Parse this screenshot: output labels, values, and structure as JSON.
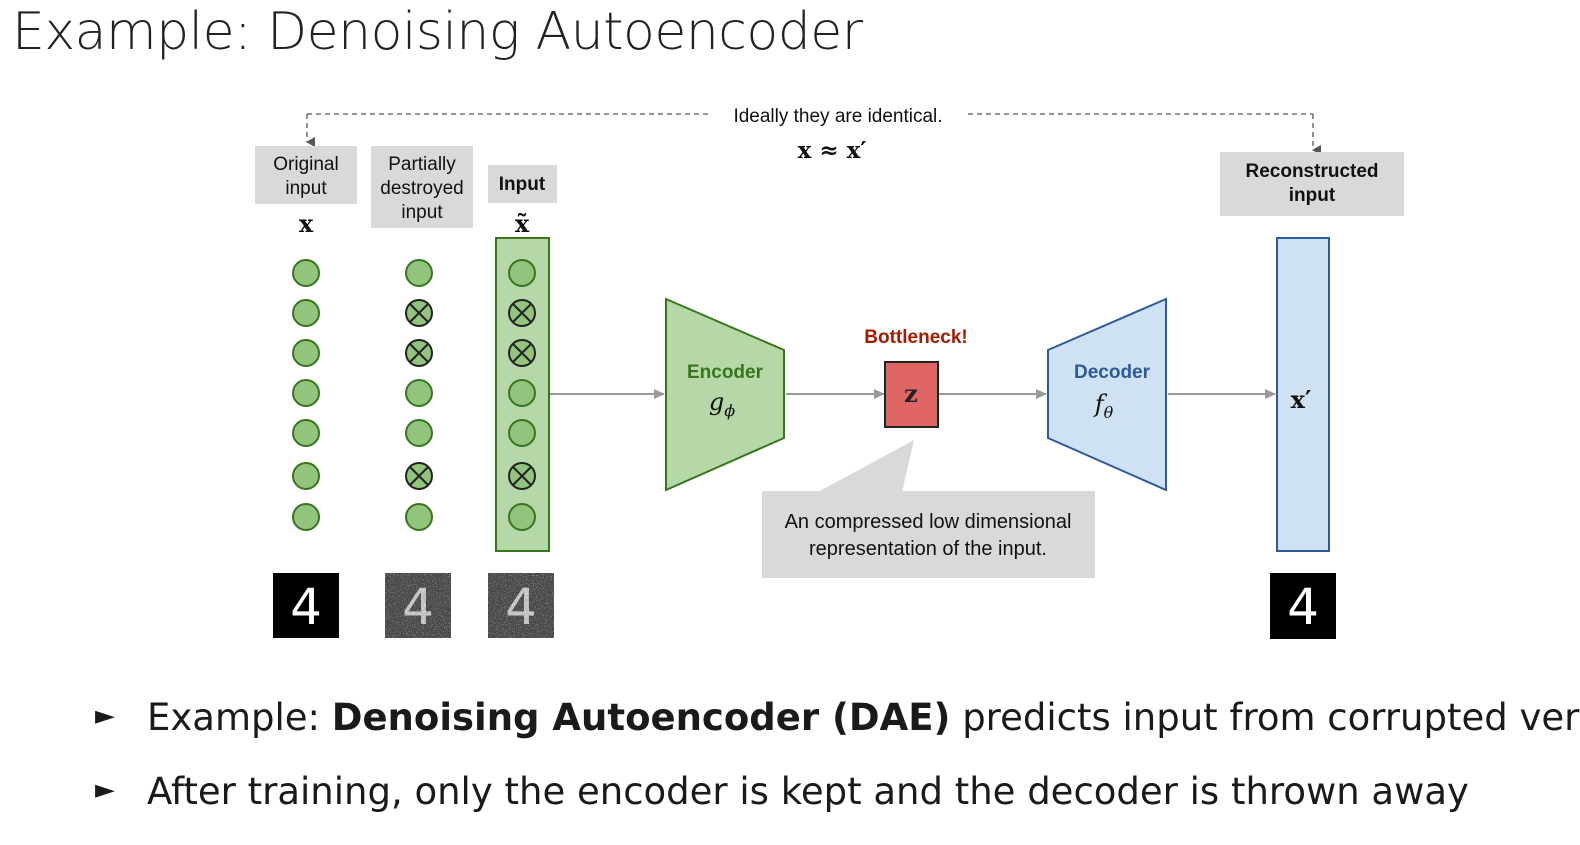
{
  "title": "Example: Denoising Autoencoder",
  "diagram": {
    "identical_note": "Ideally they are identical.",
    "identical_formula": "x ≈ x′",
    "labels": {
      "original": [
        "Original",
        "input"
      ],
      "partial": [
        "Partially",
        "destroyed",
        "input"
      ],
      "input": "Input",
      "reconstructed": [
        "Reconstructed",
        "input"
      ]
    },
    "symbols": {
      "original": "x",
      "input": "x̃",
      "output": "x′"
    },
    "encoder": {
      "label": "Encoder",
      "fn": "g",
      "sub": "ϕ"
    },
    "decoder": {
      "label": "Decoder",
      "fn": "f",
      "sub": "θ"
    },
    "bottleneck": {
      "label": "Bottleneck!",
      "symbol": "z"
    },
    "callout": [
      "An compressed low dimensional",
      "representation of the input."
    ],
    "columns": {
      "original": [
        false,
        false,
        false,
        false,
        false,
        false,
        false
      ],
      "partial": [
        false,
        true,
        true,
        false,
        false,
        true,
        false
      ],
      "input": [
        false,
        true,
        true,
        false,
        false,
        true,
        false
      ]
    },
    "digit": "4",
    "colors": {
      "node_fill": "#93c47d",
      "node_stroke": "#38761d",
      "encoder_fill": "#b6d7a8",
      "encoder_stroke": "#38761d",
      "encoder_text": "#38761d",
      "decoder_fill": "#cfe2f3",
      "decoder_stroke": "#2d5b9a",
      "decoder_text": "#2d5b9a",
      "bottleneck_fill": "#e06666",
      "bottleneck_text": "#a61c00",
      "label_bg": "#d9d9d9",
      "arrow": "#999999"
    }
  },
  "bullets": [
    {
      "pre": "Example: ",
      "bold": "Denoising Autoencoder (DAE)",
      "post": " predicts input from corrupted version"
    },
    {
      "pre": "After training, only the encoder is kept and the decoder is thrown away",
      "bold": "",
      "post": ""
    }
  ],
  "bullet_marker": "►"
}
